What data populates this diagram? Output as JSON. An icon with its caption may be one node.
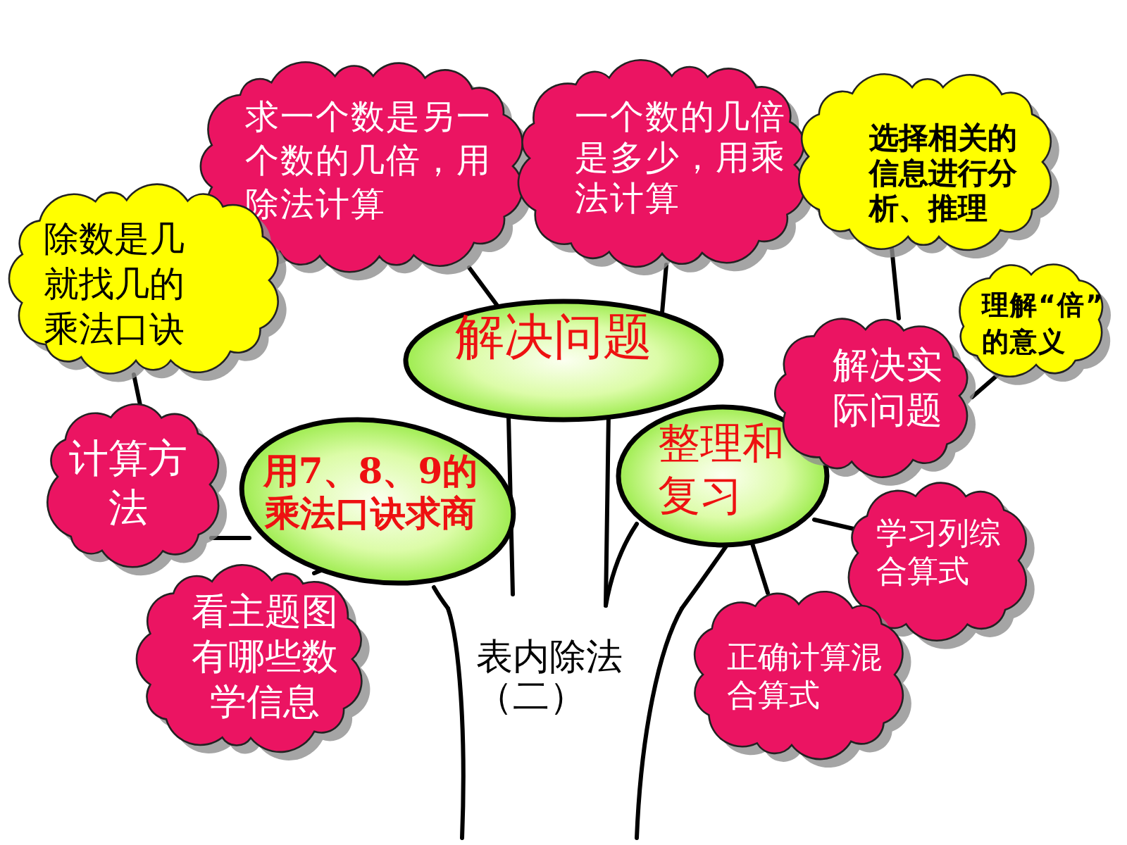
{
  "diagram": {
    "nodes": [
      {
        "text": [
          "求一个数是另一个数的几倍，用除法计算"
        ]
      },
      {
        "text": [
          "一个数的几倍是多少，用乘法计算"
        ]
      },
      {
        "text": [
          "选择相关的信息进行分析、推理"
        ]
      },
      {
        "text": [
          "除数是几就找几的乘法口诀"
        ]
      },
      {
        "text": [
          "理解“倍”的意义"
        ]
      },
      {
        "text": [
          "解决问题"
        ]
      },
      {
        "text": [
          "解决实际问题"
        ]
      },
      {
        "text": [
          "计算方法"
        ]
      },
      {
        "text": [
          "整理和复习"
        ]
      },
      {
        "text": [
          "用7、8、9的乘法口诀求商"
        ]
      },
      {
        "text": [
          "学习列综合算式"
        ]
      },
      {
        "text": [
          "看主题图有哪些数学信息"
        ]
      },
      {
        "text": [
          "表内除法（二）"
        ]
      },
      {
        "text": [
          "正确计算混合算式"
        ]
      }
    ],
    "edges": [
      {
        "from": 0,
        "to": 5,
        "arrow": "none"
      },
      {
        "from": 1,
        "to": 5,
        "arrow": "none"
      },
      {
        "from": 2,
        "to": 6,
        "arrow": "none"
      },
      {
        "from": 4,
        "to": 6,
        "arrow": "none"
      },
      {
        "from": 3,
        "to": 7,
        "arrow": "none"
      },
      {
        "from": 7,
        "to": 9,
        "arrow": "none"
      },
      {
        "from": 11,
        "to": 9,
        "arrow": "none"
      },
      {
        "from": 10,
        "to": 8,
        "arrow": "none"
      },
      {
        "from": 13,
        "to": 8,
        "arrow": "none"
      },
      {
        "from": 12,
        "to": 9,
        "arrow": "none"
      },
      {
        "from": 12,
        "to": 5,
        "arrow": "none"
      },
      {
        "from": 12,
        "to": 5,
        "arrow": "none"
      },
      {
        "from": 12,
        "to": 8,
        "arrow": "none"
      },
      {
        "from": 12,
        "to": 8,
        "arrow": "none"
      }
    ]
  }
}
